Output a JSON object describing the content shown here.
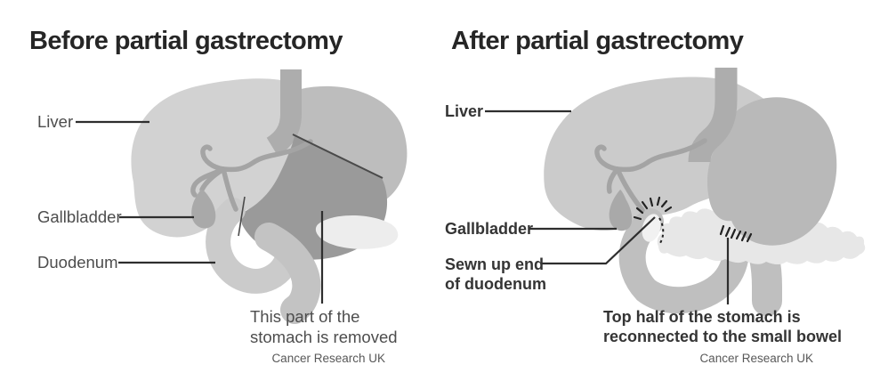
{
  "palette": {
    "title_color": "#262626",
    "left_label_color": "#4d4d4d",
    "right_label_color": "#343434",
    "pointer_color": "#2e2e2e",
    "credit_color": "#585858",
    "liver_color": "#d2d2d2",
    "stomach_removed_color": "#9a9a9a",
    "stomach_kept_color": "#bdbdbd",
    "bowel_color": "#c6c6c6",
    "pancreas_color": "#e7e7e7",
    "stitch_color": "#222222"
  },
  "left_panel": {
    "title": "Before partial gastrectomy",
    "labels": {
      "liver": "Liver",
      "gallbladder": "Gallbladder",
      "duodenum": "Duodenum"
    },
    "removed_caption": {
      "line1": "This part of the",
      "line2": "stomach is removed"
    },
    "credit": "Cancer Research UK"
  },
  "right_panel": {
    "title": "After partial gastrectomy",
    "labels": {
      "liver": "Liver",
      "gallbladder": "Gallbladder"
    },
    "sewn_caption": {
      "line1": "Sewn up end",
      "line2": "of duodenum"
    },
    "reconnect_caption": {
      "line1": "Top half of the stomach is",
      "line2": "reconnected to the small bowel"
    },
    "credit": "Cancer Research UK"
  }
}
